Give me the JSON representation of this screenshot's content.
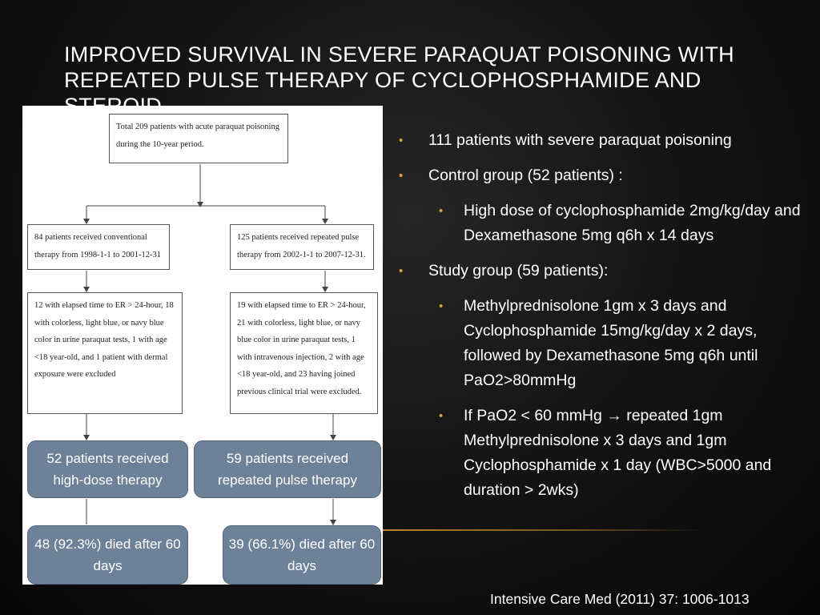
{
  "title": "Improved survival in severe paraquat poisoning with repeated pulse therapy of cyclophosphamide and steroid",
  "flowchart": {
    "top": "Total 209 patients with acute paraquat poisoning during the 10-year period.",
    "left_group": "84 patients received conventional therapy from 1998-1-1 to 2001-12-31",
    "right_group": "125 patients received repeated pulse therapy from 2002-1-1 to 2007-12-31.",
    "left_excluded": "12 with elapsed time to ER > 24-hour, 18 with colorless, light blue, or navy blue color in urine paraquat tests, 1 with age <18 year-old, and 1 patient with dermal exposure were excluded",
    "right_excluded": "19 with elapsed time to ER > 24-hour, 21 with colorless, light blue, or navy blue color in urine paraquat tests, 1 with intravenous injection, 2 with age <18 year-old, and 23 having joined previous clinical trial were excluded.",
    "left_treated": "52 patients received high-dose therapy",
    "right_treated": "59 patients received repeated pulse therapy",
    "left_outcome": "48 (92.3%) died after 60 days",
    "right_outcome": "39 (66.1%) died after 60 days"
  },
  "bullets": [
    {
      "level": 1,
      "text": "111 patients with severe paraquat poisoning"
    },
    {
      "level": 1,
      "text": "Control group (52 patients) :"
    },
    {
      "level": 2,
      "text": "High dose of cyclophosphamide 2mg/kg/day and Dexamethasone 5mg q6h x 14 days"
    },
    {
      "level": 1,
      "text": "Study group (59 patients):"
    },
    {
      "level": 2,
      "text": "Methylprednisolone 1gm x 3 days and Cyclophosphamide 15mg/kg/day x 2 days, followed by Dexamethasone 5mg q6h until PaO2>80mmHg"
    },
    {
      "level": 2,
      "text": "If PaO2 < 60 mmHg → repeated 1gm Methylprednisolone x 3 days and 1gm Cyclophosphamide x 1 day (WBC>5000 and duration > 2wks)"
    }
  ],
  "citation": "Intensive Care Med (2011) 37: 1006-1013",
  "colors": {
    "bullet_marker": "#e0a33a",
    "overlay_box": "#6d8199",
    "divider": "#c08a2e"
  }
}
